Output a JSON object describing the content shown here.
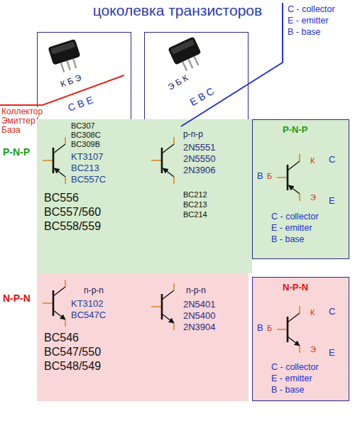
{
  "diagram": {
    "title": "цоколевка транзисторов",
    "nodes": [
      {
        "text": [
          "К Б Э",
          "C B E"
        ]
      },
      {
        "text": [
          "BC307",
          "BC308C",
          "BC309B",
          "KT3107",
          "BC213",
          "BC557C",
          "BC556",
          "BC557/560",
          "BC558/559"
        ],
        "in": 0
      },
      {
        "text": [
          "n-p-n",
          "KT3102",
          "BC547C",
          "BC546",
          "BC547/550",
          "BC548/549"
        ],
        "in": 0
      },
      {
        "text": [
          "Э Б К",
          "E B C"
        ]
      },
      {
        "text": [
          "p-n-p",
          "2N5551",
          "2N5550",
          "2N3906",
          "BC212",
          "BC213",
          "BC214"
        ],
        "in": 3
      },
      {
        "text": [
          "n-p-n",
          "2N5401",
          "2N5400",
          "2N3904"
        ],
        "in": 3
      },
      {
        "text": [
          "P-N-P",
          "К",
          "C",
          "B",
          "Б",
          "Э",
          "E",
          "C - collector",
          "E - emitter",
          "B - base"
        ]
      },
      {
        "text": [
          "N-P-N",
          "К",
          "C",
          "B",
          "Б",
          "Э",
          "E",
          "C - collector",
          "E - emitter",
          "B - base"
        ]
      }
    ],
    "labels": [
      "Коллектор",
      "Эмиттер",
      "База",
      "P-N-P",
      "N-P-N",
      "C - collector",
      "E - emitter",
      "B - base"
    ]
  }
}
